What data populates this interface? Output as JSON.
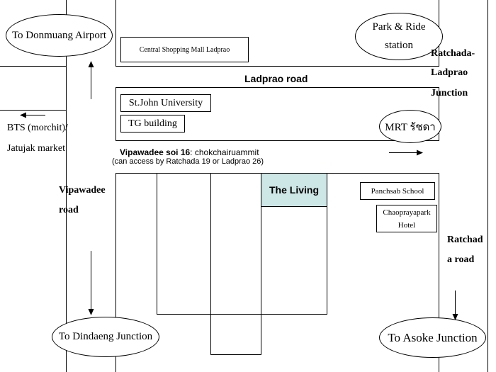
{
  "roads": {
    "ladprao": "Ladprao road",
    "vipawadee_line1": "Vipawadee",
    "vipawadee_line2": "road",
    "ratchada_line1": "Ratchad",
    "ratchada_line2": "a road",
    "junction_line1": "Ratchada-",
    "junction_line2": "Ladprao",
    "junction_line3": "Junction",
    "soi_name": "Vipawadee soi 16",
    "soi_suffix": ": chokchairuammit",
    "soi_access": "(can access by Ratchada 19 or Ladprao 26)"
  },
  "destinations": {
    "donmuang": "To Donmuang Airport",
    "park_ride_line1": "Park & Ride",
    "park_ride_line2": "station",
    "bts_line1": "BTS (morchit)/",
    "bts_line2": "Jatujak market",
    "mrt": "MRT รัชดา",
    "dindaeng": "To Dindaeng  Junction",
    "asoke": "To Asoke Junction"
  },
  "buildings": {
    "central": "Central Shopping Mall Ladprao",
    "stjohn": "St.John University",
    "tg": "TG building",
    "the_living": "The Living",
    "panchsab": "Panchsab School",
    "chaopraya_line1": "Chaoprayapark",
    "chaopraya_line2": "Hotel"
  },
  "colors": {
    "the_living_fill": "#cde6e6"
  }
}
